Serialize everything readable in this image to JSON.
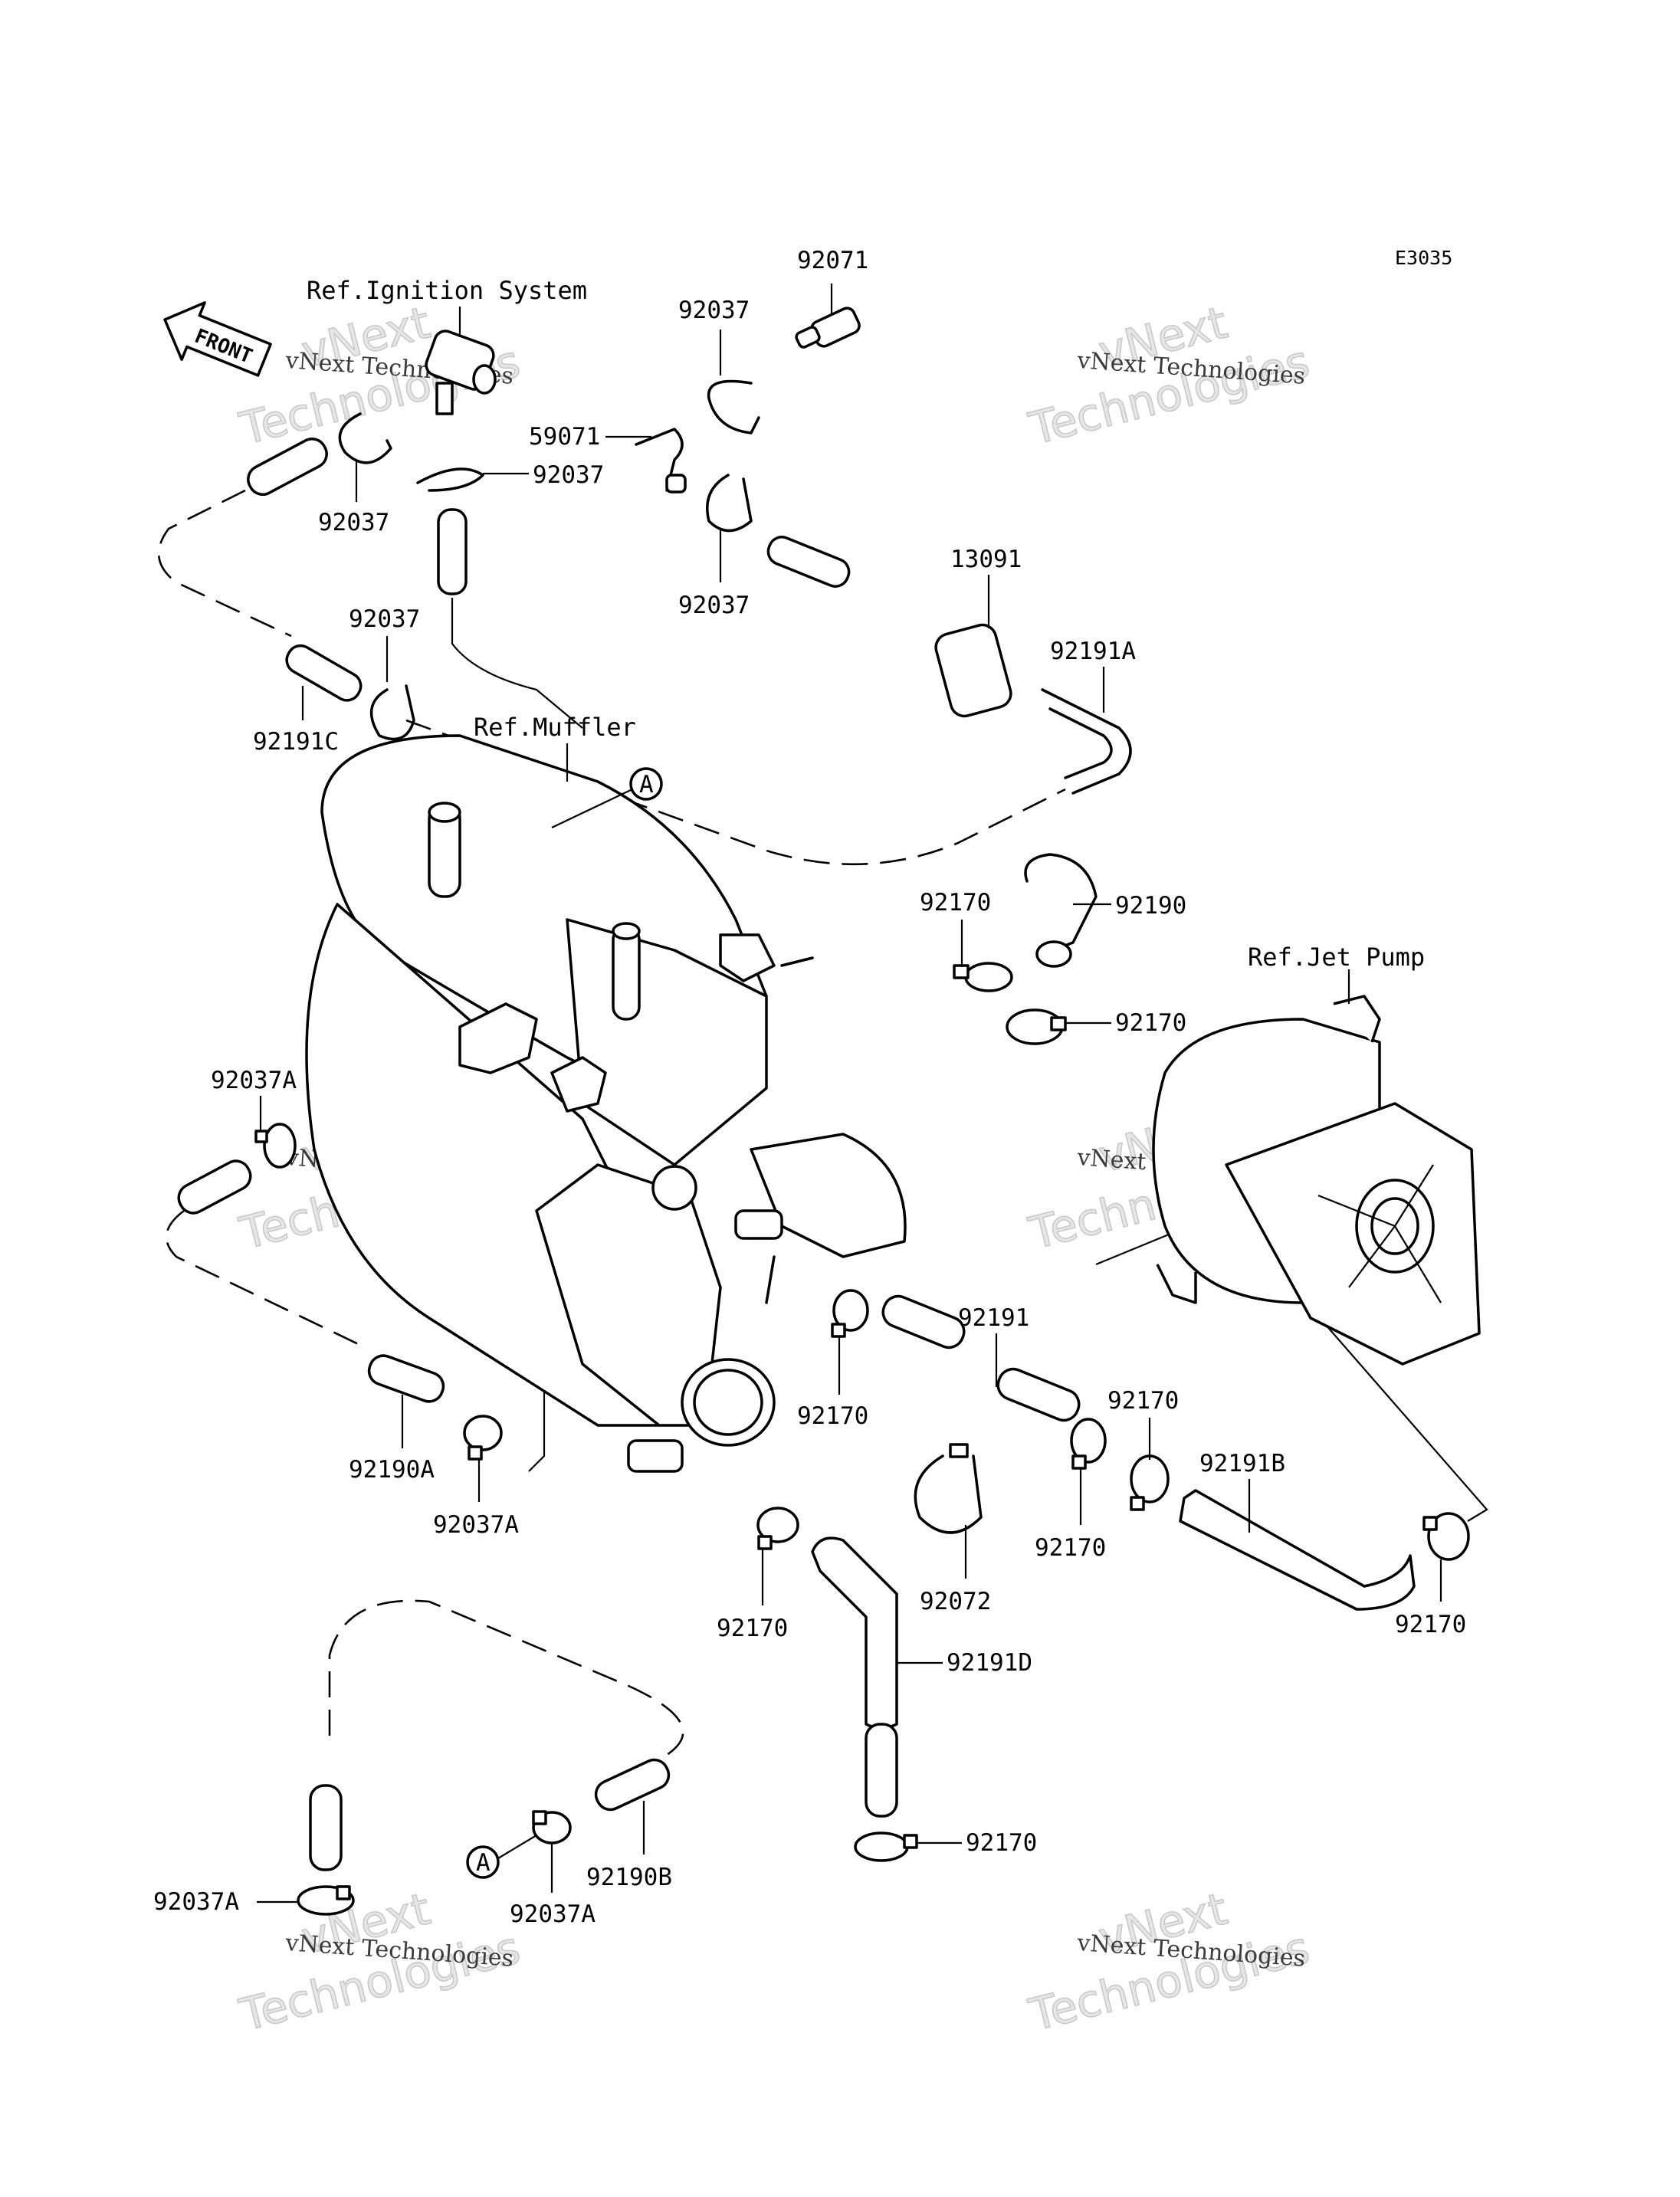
{
  "diagram": {
    "code": "E3035",
    "front_arrow": "FRONT",
    "refs": {
      "ignition": "Ref.Ignition System",
      "muffler": "Ref.Muffler",
      "jet_pump": "Ref.Jet Pump"
    },
    "callout_a": "A",
    "labels": [
      {
        "id": "l92071",
        "text": "92071"
      },
      {
        "id": "l92037_top",
        "text": "92037"
      },
      {
        "id": "l59071",
        "text": "59071"
      },
      {
        "id": "l92037_mid",
        "text": "92037"
      },
      {
        "id": "l92037_left",
        "text": "92037"
      },
      {
        "id": "l92037_center",
        "text": "92037"
      },
      {
        "id": "l92037_lower",
        "text": "92037"
      },
      {
        "id": "l13091",
        "text": "13091"
      },
      {
        "id": "l92191A",
        "text": "92191A"
      },
      {
        "id": "l92191C",
        "text": "92191C"
      },
      {
        "id": "l92170_a",
        "text": "92170"
      },
      {
        "id": "l92190",
        "text": "92190"
      },
      {
        "id": "l92170_b",
        "text": "92170"
      },
      {
        "id": "l92037A_a",
        "text": "92037A"
      },
      {
        "id": "l92191",
        "text": "92191"
      },
      {
        "id": "l92170_c",
        "text": "92170"
      },
      {
        "id": "l92170_d",
        "text": "92170"
      },
      {
        "id": "l92191B",
        "text": "92191B"
      },
      {
        "id": "l92170_e",
        "text": "92170"
      },
      {
        "id": "l92190A",
        "text": "92190A"
      },
      {
        "id": "l92037A_b",
        "text": "92037A"
      },
      {
        "id": "l92072",
        "text": "92072"
      },
      {
        "id": "l92170_f",
        "text": "92170"
      },
      {
        "id": "l92170_g",
        "text": "92170"
      },
      {
        "id": "l92191D",
        "text": "92191D"
      },
      {
        "id": "l92170_h",
        "text": "92170"
      },
      {
        "id": "l92190B",
        "text": "92190B"
      },
      {
        "id": "l92037A_c",
        "text": "92037A"
      },
      {
        "id": "l92037A_d",
        "text": "92037A"
      }
    ]
  },
  "watermark": {
    "line1": "vNext",
    "line2": "vNext Technologies",
    "line3": "Technologies"
  }
}
